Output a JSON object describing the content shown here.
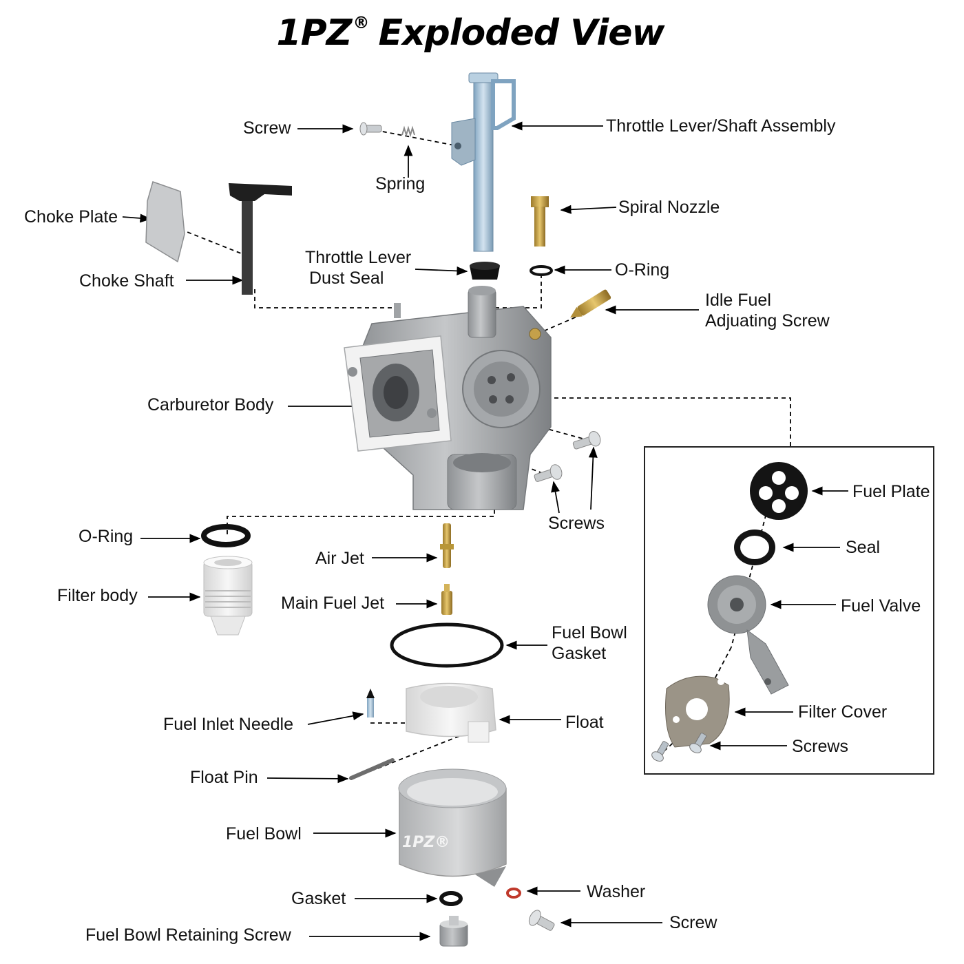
{
  "title": {
    "brand": "1PZ",
    "mark": "®",
    "text": "Exploded View"
  },
  "logo_text": "1PZ®",
  "labels": {
    "screw_top": "Screw",
    "spring": "Spring",
    "throttle_shaft": "Throttle Lever/Shaft Assembly",
    "spiral_nozzle": "Spiral Nozzle",
    "choke_plate": "Choke Plate",
    "choke_shaft": "Choke Shaft",
    "throttle_dust_seal_1": "Throttle Lever",
    "throttle_dust_seal_2": "Dust Seal",
    "oring_top": "O-Ring",
    "idle_screw_1": "Idle Fuel",
    "idle_screw_2": "Adjuating Screw",
    "carb_body": "Carburetor Body",
    "screws_body": "Screws",
    "oring_filter": "O-Ring",
    "filter_body": "Filter body",
    "air_jet": "Air Jet",
    "main_jet": "Main Fuel Jet",
    "bowl_gasket_1": "Fuel Bowl",
    "bowl_gasket_2": "Gasket",
    "inlet_needle": "Fuel Inlet Needle",
    "float": "Float",
    "float_pin": "Float Pin",
    "fuel_bowl": "Fuel Bowl",
    "gasket": "Gasket",
    "washer": "Washer",
    "screw_bottom": "Screw",
    "retaining_screw": "Fuel Bowl Retaining Screw",
    "fuel_plate": "Fuel Plate",
    "seal": "Seal",
    "fuel_valve": "Fuel Valve",
    "filter_cover": "Filter Cover",
    "screws_inset": "Screws"
  },
  "colors": {
    "aluminum": "#b4b6b8",
    "aluminum_dark": "#8d9093",
    "brass": "#c9a64a",
    "rubber": "#141414",
    "plastic_white": "#eeeeee",
    "steel": "#8fb3cf",
    "washer_red": "#c0392b"
  }
}
